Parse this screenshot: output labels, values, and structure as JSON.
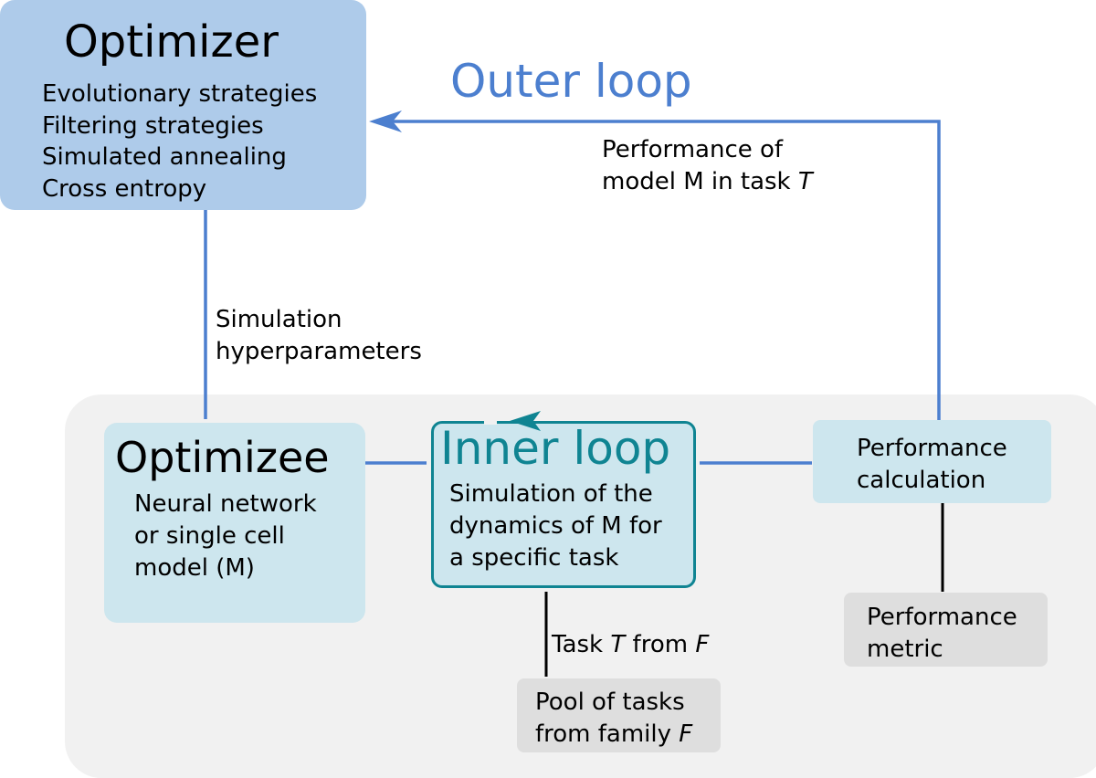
{
  "colors": {
    "outer_loop_blue": "#4c7fcf",
    "optimizer_fill": "#aecbea",
    "component_fill": "#cde6ee",
    "inner_loop_teal": "#0f8492",
    "region_fill": "#f1f1f1",
    "input_fill": "#dedede"
  },
  "optimizer": {
    "title": "Optimizer",
    "methods": [
      "Evolutionary strategies",
      "Filtering strategies",
      "Simulated annealing",
      "Cross entropy"
    ]
  },
  "outer_loop": {
    "title": "Outer loop",
    "feedback_label_line1": "Performance of",
    "feedback_label_line2_prefix": "model M in task ",
    "feedback_label_line2_italic": "T"
  },
  "hyperparameters_label": {
    "line1": "Simulation",
    "line2": "hyperparameters"
  },
  "optimizee": {
    "title": "Optimizee",
    "description": [
      "Neural network",
      "or single cell",
      "model (M)"
    ]
  },
  "inner_loop": {
    "title": "Inner loop",
    "description": [
      "Simulation of the",
      "dynamics of M for",
      "a specific task"
    ]
  },
  "performance_calculation": {
    "lines": [
      "Performance",
      "calculation"
    ]
  },
  "performance_metric": {
    "lines": [
      "Performance",
      "metric"
    ]
  },
  "task_label": {
    "prefix": "Task ",
    "task_symbol": "T",
    "middle": " from ",
    "family_symbol": "F"
  },
  "task_pool": {
    "line1": "Pool of tasks",
    "line2_prefix": "from family ",
    "line2_italic": "F"
  }
}
